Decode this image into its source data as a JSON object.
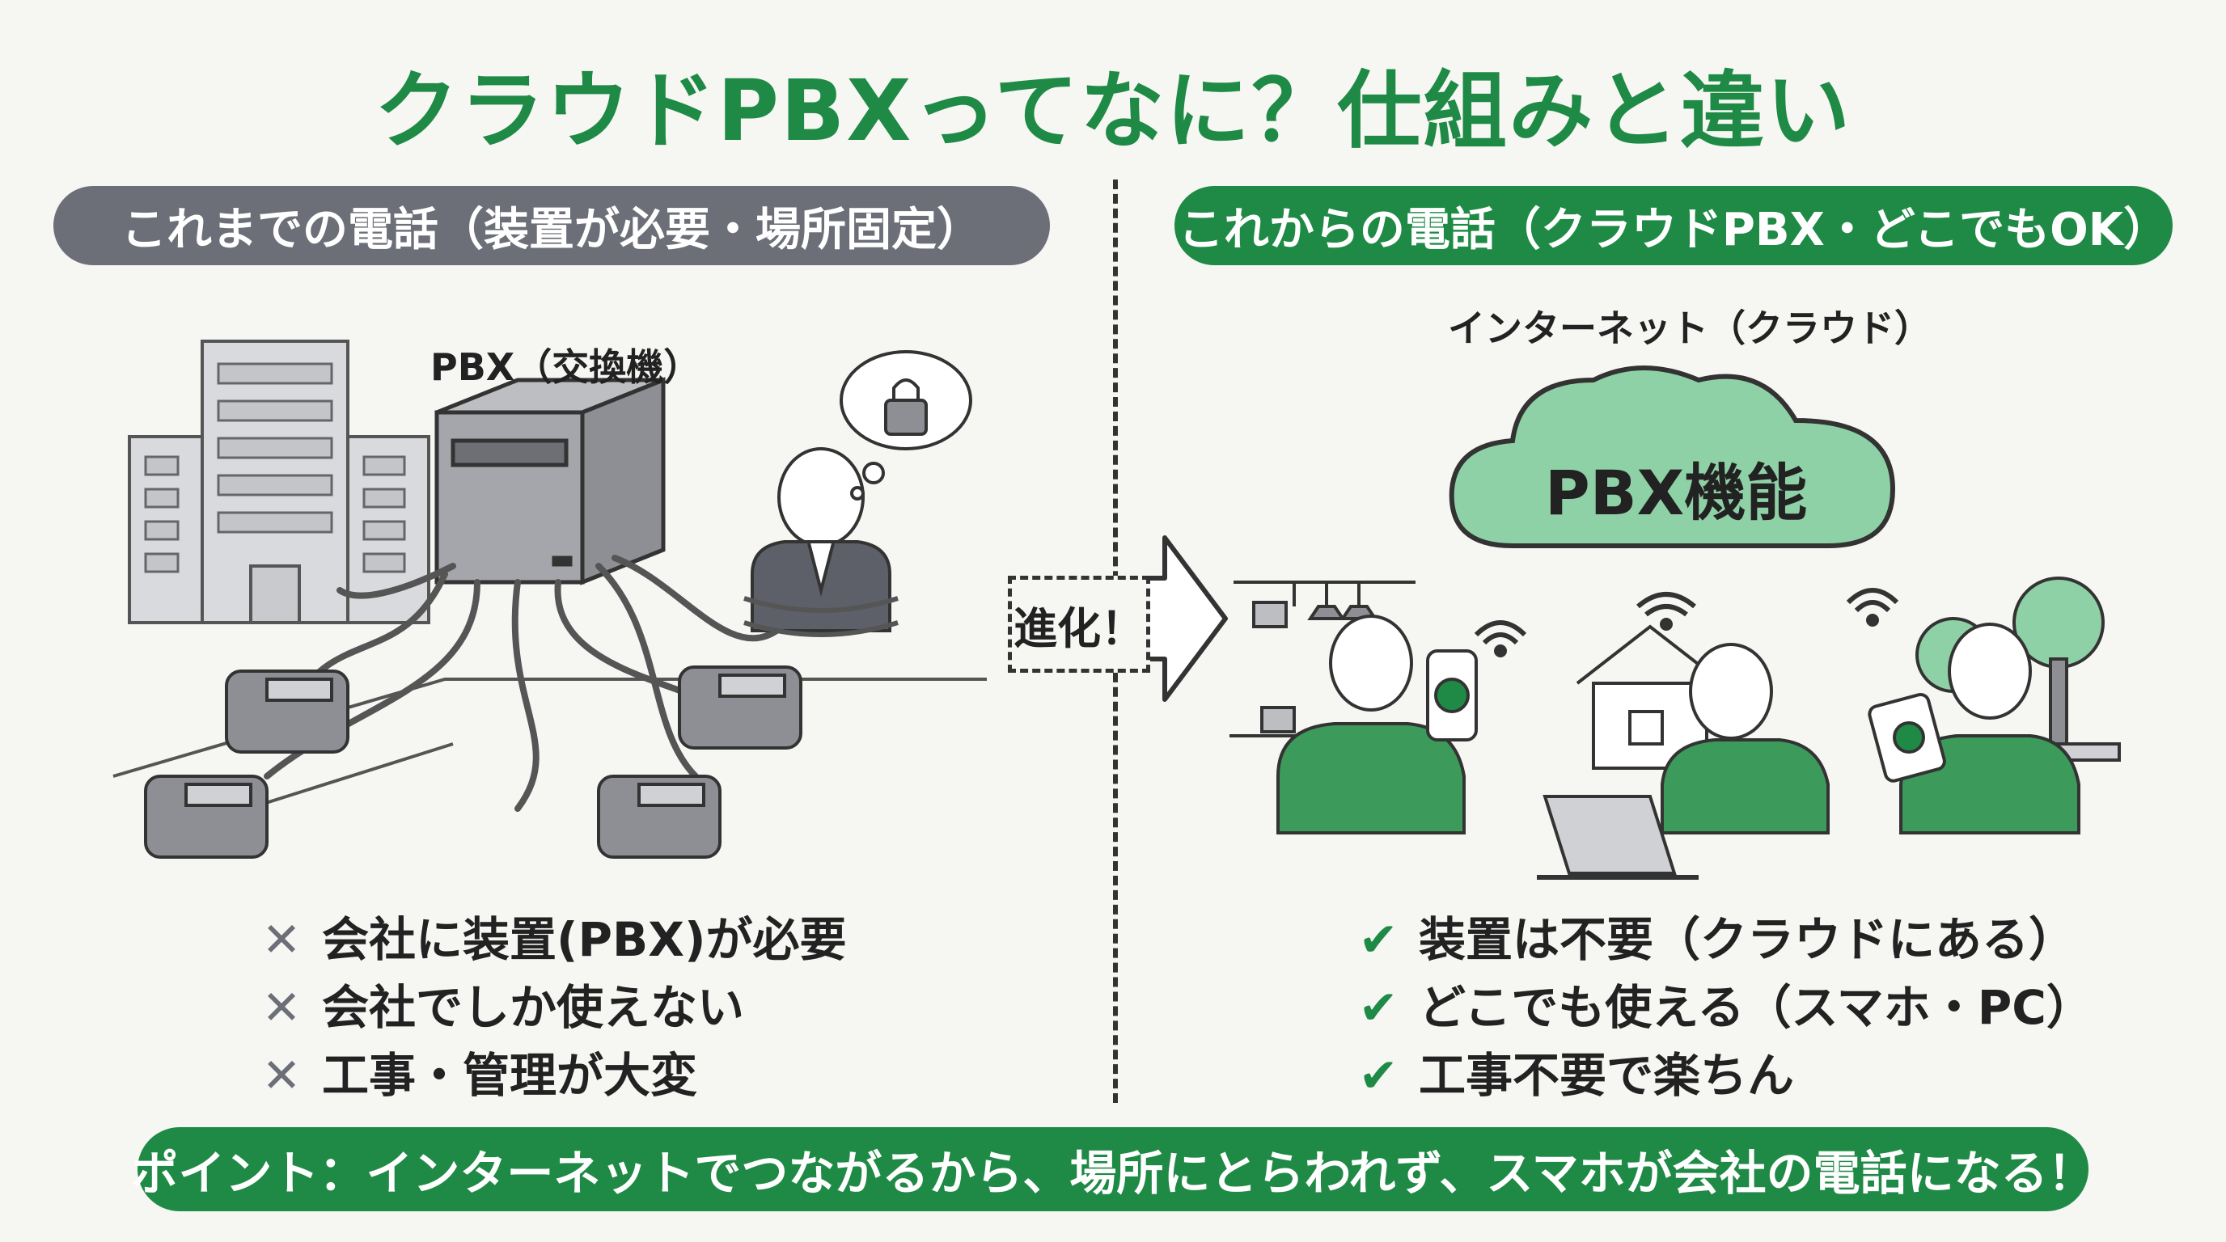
{
  "title": "クラウドPBXってなに？仕組みと違い",
  "left": {
    "header": "これまでの電話（装置が必要・場所固定）",
    "pbx_label": "PBX（交換機）",
    "points": [
      "会社に装置(PBX)が必要",
      "会社でしか使えない",
      "工事・管理が大変"
    ],
    "mark": "✕"
  },
  "arrow_label": "進化！",
  "right": {
    "header": "これからの電話（クラウドPBX・どこでもOK）",
    "cloud_caption": "インターネット（クラウド）",
    "cloud_label": "PBX機能",
    "points": [
      "装置は不要（クラウドにある）",
      "どこでも使える（スマホ・PC）",
      "工事不要で楽ちん"
    ],
    "mark": "✔"
  },
  "footer": "ポイント：インターネットでつながるから、場所にとらわれず、スマホが会社の電話になる！",
  "colors": {
    "accent_green": "#1f8a45",
    "muted_gray": "#6c6e78",
    "cloud_fill": "#8fd1a6",
    "background": "#f6f6f3"
  }
}
